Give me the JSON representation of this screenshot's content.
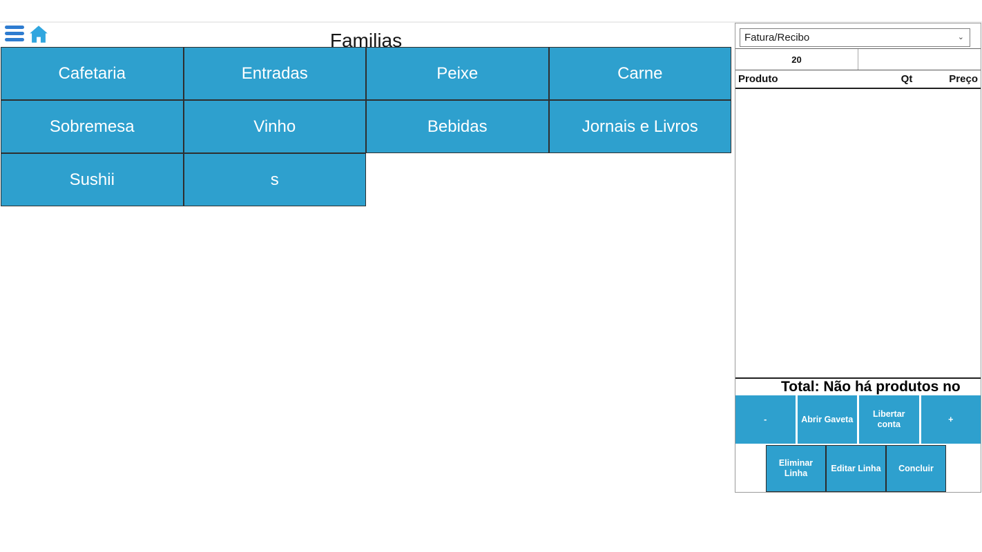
{
  "page": {
    "title": "Familias"
  },
  "families": {
    "title": "Familias",
    "buttons": [
      "Cafetaria",
      "Entradas",
      "Peixe",
      "Carne",
      "Sobremesa",
      "Vinho",
      "Bebidas",
      "Jornais e Livros",
      "Sushii",
      "s"
    ]
  },
  "cart": {
    "document_type": "Fatura/Recibo",
    "table_number": "20",
    "secondary_field": "",
    "columns": {
      "product": "Produto",
      "qty": "Qt",
      "price": "Preço"
    },
    "items": [],
    "total_text": "Total: Não há produtos no",
    "actions_row1": [
      "-",
      "Abrir Gaveta",
      "Libertar conta",
      "+"
    ],
    "actions_row2": [
      "Eliminar Linha",
      "Editar Linha",
      "Concluir"
    ]
  },
  "icons": {
    "hamburger": "hamburger-menu-icon",
    "home": "home-icon",
    "chevron": "chevron-down-icon"
  },
  "colors": {
    "category_button_blue": "#2ea0ce",
    "hamburger_blue": "#2e7cd0",
    "home_blue": "#30a6df",
    "grid_border_dark": "#2e2e2e",
    "panel_border_gray": "#9a9a9a",
    "top_hairline_gray": "#ececec",
    "text_black": "#111111",
    "button_text_white": "#ffffff"
  }
}
